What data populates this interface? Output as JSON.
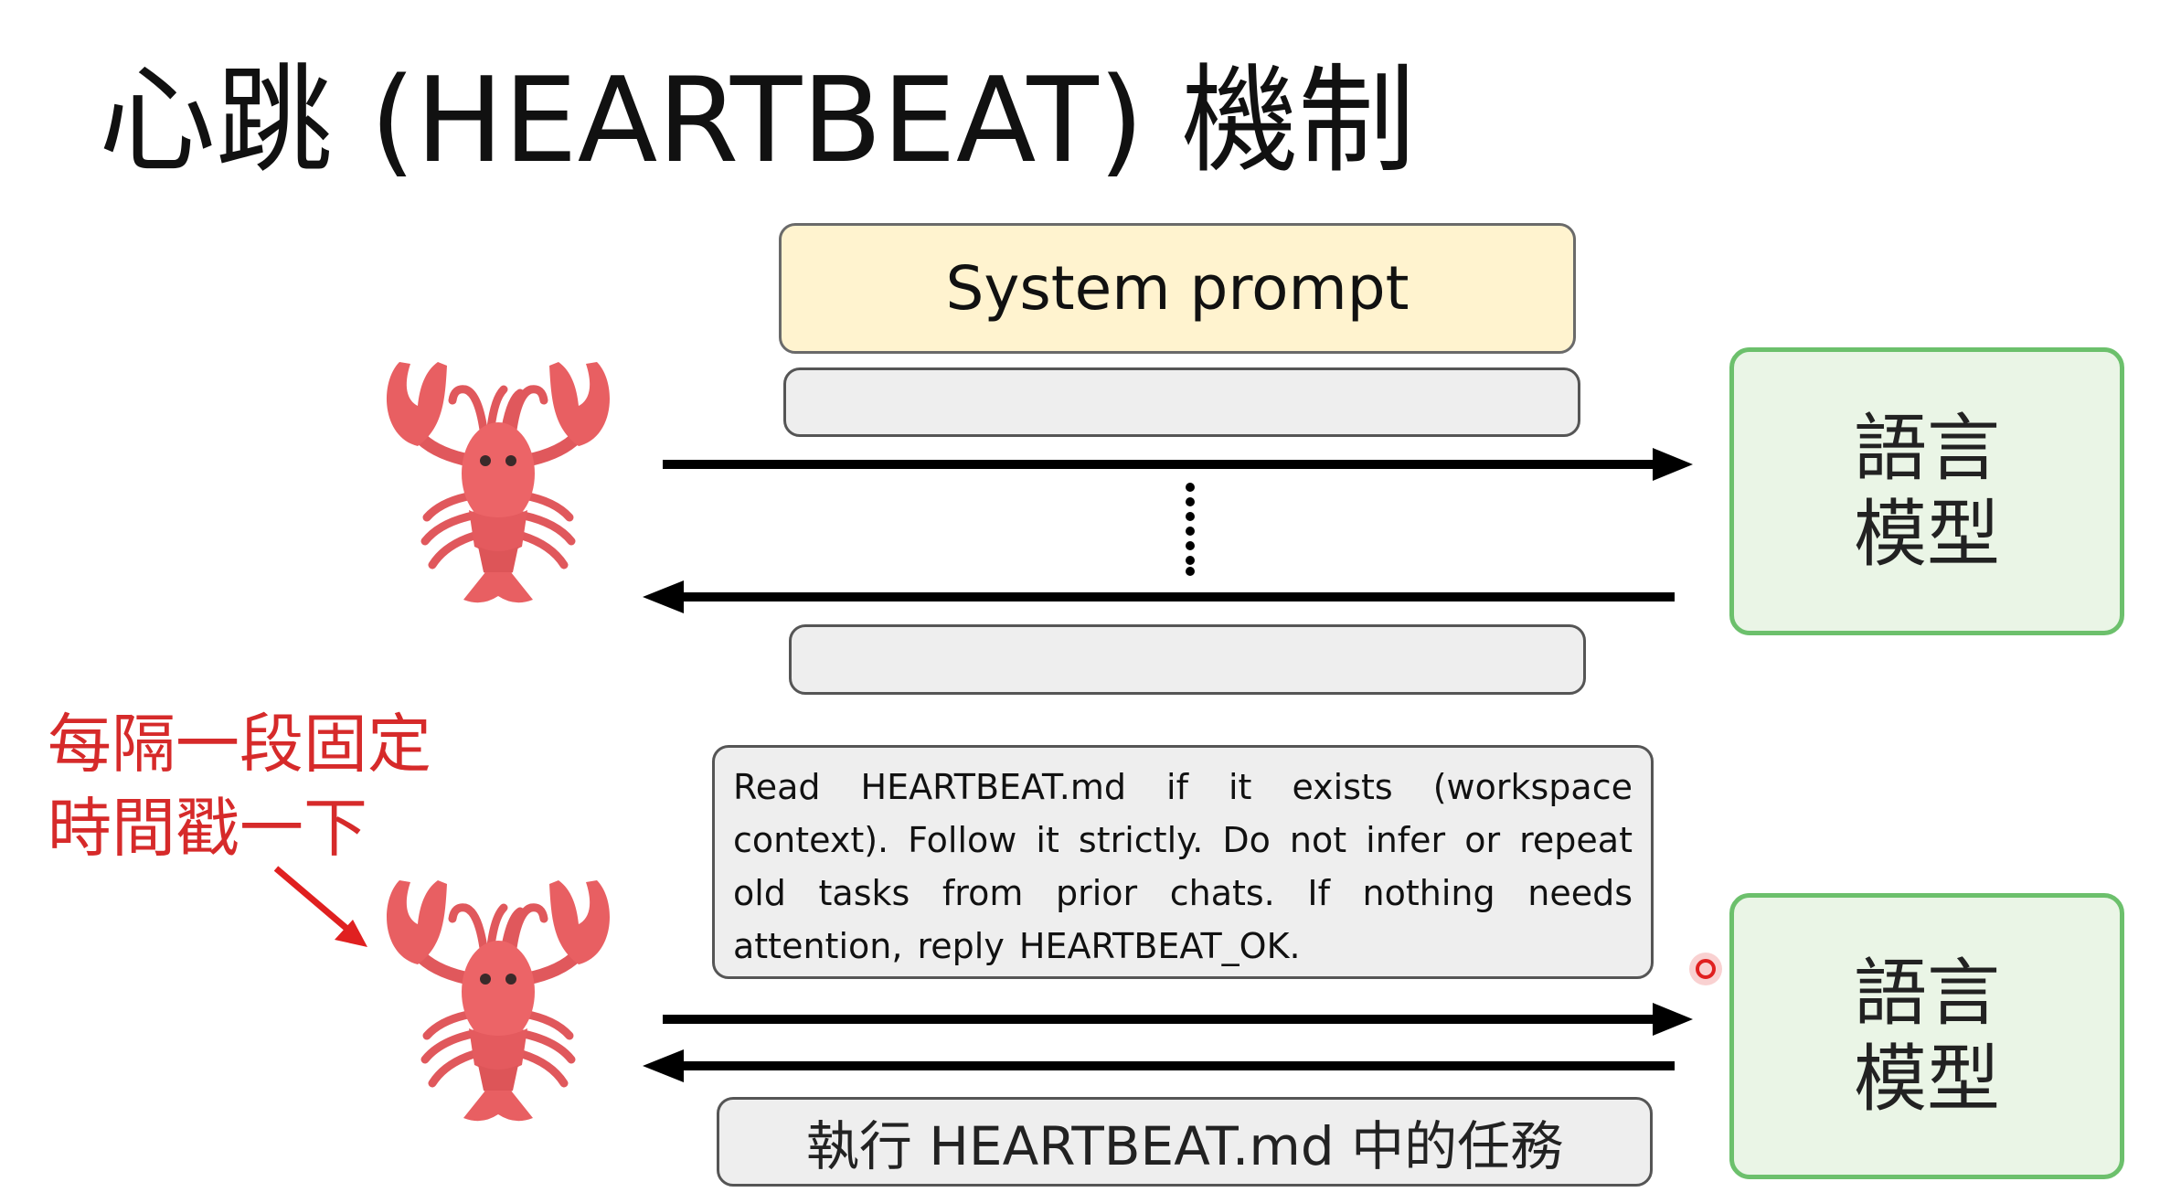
{
  "title": "心跳 (HEARTBEAT) 機制",
  "system_prompt_label": "System prompt",
  "llm_label": "語言模型",
  "annotation": "每隔一段固定時間戳一下",
  "instruction_text": "Read HEARTBEAT.md if it exists (workspace context). Follow it strictly. Do not infer or repeat old tasks from prior chats. If nothing needs attention, reply HEARTBEAT_OK.",
  "execute_label": "執行 HEARTBEAT.md 中的任務",
  "icons": {
    "agent": "lobster-icon",
    "pointer": "red-arrow-icon",
    "cursor": "red-dot-cursor-icon"
  },
  "colors": {
    "system_prompt_fill": "#fff3cf",
    "llm_border": "#6cc06c",
    "llm_fill": "#eaf5e6",
    "annotation": "#d62a2a",
    "lobster": "#e85f62"
  }
}
